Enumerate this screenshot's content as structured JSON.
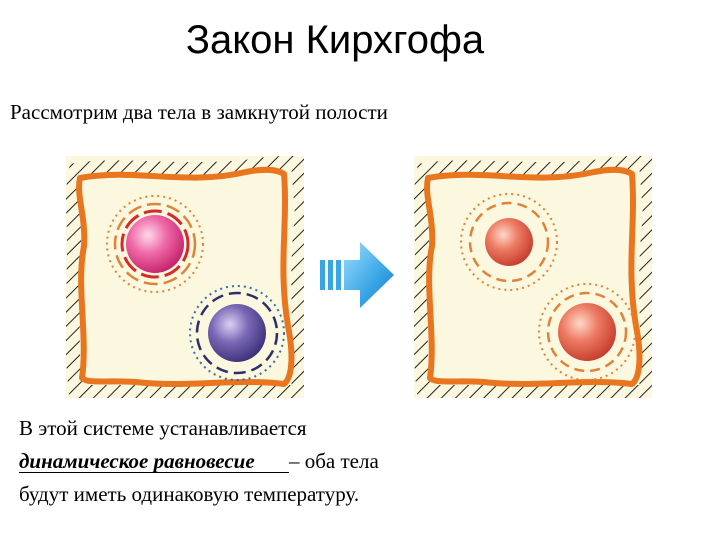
{
  "slide": {
    "title": "Закон Кирхгофа",
    "subtitle": "Рассмотрим два тела в замкнутой полости",
    "caption": {
      "line1": "В этой системе устанавливается",
      "term": "динамическое равновесие",
      "dash_text": "– оба тела",
      "line3": "будут иметь одинаковую температуру."
    }
  },
  "colors": {
    "cavity_fill": "#fbf8df",
    "cavity_wall": "#e9761e",
    "hatch": "#222222",
    "hot_ball": "#e6408a",
    "cold_ball": "#5e4f9b",
    "equal_ball": "#e25a43",
    "hot_ring_red": "#d42a2a",
    "hot_ring_orange": "#e0833a",
    "cold_ring_navy": "#2b2f6e",
    "cold_ring_blue": "#2f6db5",
    "arrow_blue": "#38a6e6"
  },
  "icons": {
    "arrow": "right-arrow-icon"
  }
}
